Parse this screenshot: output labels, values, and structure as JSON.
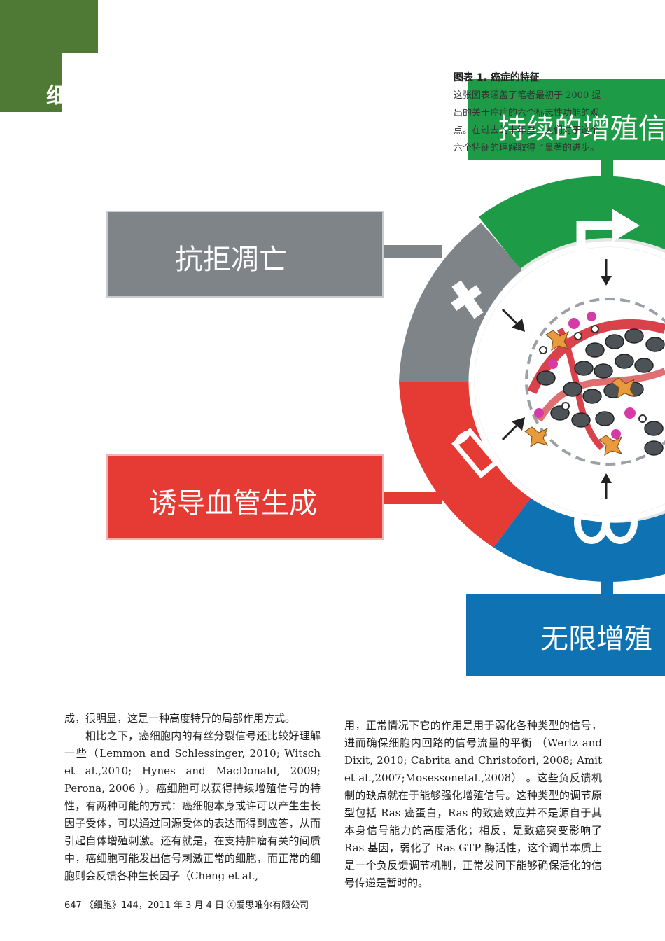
{
  "header": {
    "corner_label": "细"
  },
  "caption": {
    "title": "图表 1.  癌症的特征",
    "body": "这张图表涵盖了笔者最初于 2000 提出的关于癌症的六个标志性功能的观点。在过去的十年里，人们对于这个六个特征的理解取得了显著的进步。"
  },
  "figure": {
    "labels": {
      "green": "持续的增殖信",
      "gray": "抗拒凋亡",
      "red": "诱导血管生成",
      "blue": "无限增殖"
    },
    "colors": {
      "green": "#1d9b46",
      "gray": "#7f8488",
      "red": "#e63b35",
      "blue": "#0f72b2",
      "corner": "#4f7a35"
    },
    "icons": [
      "cross-icon",
      "growth-arrow-icon",
      "vessel-tube-icon",
      "infinity-icon"
    ]
  },
  "body": {
    "left": [
      "成，很明显，这是一种高度特异的局部作用方式。",
      "相比之下，癌细胞内的有丝分裂信号还比较好理解一些（Lemmon and Schlessinger, 2010; Witsch et al.,2010; Hynes and MacDonald, 2009; Perona, 2006 ）。癌细胞可以获得持续增殖信号的特性，有两种可能的方式：癌细胞本身或许可以产生生长因子受体，可以通过同源受体的表达而得到应答，从而引起自体增殖刺激。还有就是，在支持肿瘤有关的间质中，癌细胞可能发出信号刺激正常的细胞，而正常的细胞则会反馈各种生长因子（Cheng et al.,"
    ],
    "right": [
      "用，正常情况下它的作用是用于弱化各种类型的信号，进而确保细胞内回路的信号流量的平衡 （Wertz and Dixit, 2010; Cabrita and Christofori, 2008; Amit et al.,2007;Mosessonetal.,2008） 。这些负反馈机制的缺点就在于能够强化增殖信号。这种类型的调节原型包括 Ras 癌蛋白，Ras 的致癌效应并不是源自于其本身信号能力的高度活化；相反，是致癌突变影响了 Ras 基因，弱化了 Ras GTP 酶活性，这个调节本质上是一个负反馈调节机制，正常发问下能够确保活化的信号传递是暂时的。"
    ]
  },
  "footer": {
    "citation": "647 《细胞》144，2011 年 3 月 4 日 ⓒ爱思唯尔有限公司"
  }
}
